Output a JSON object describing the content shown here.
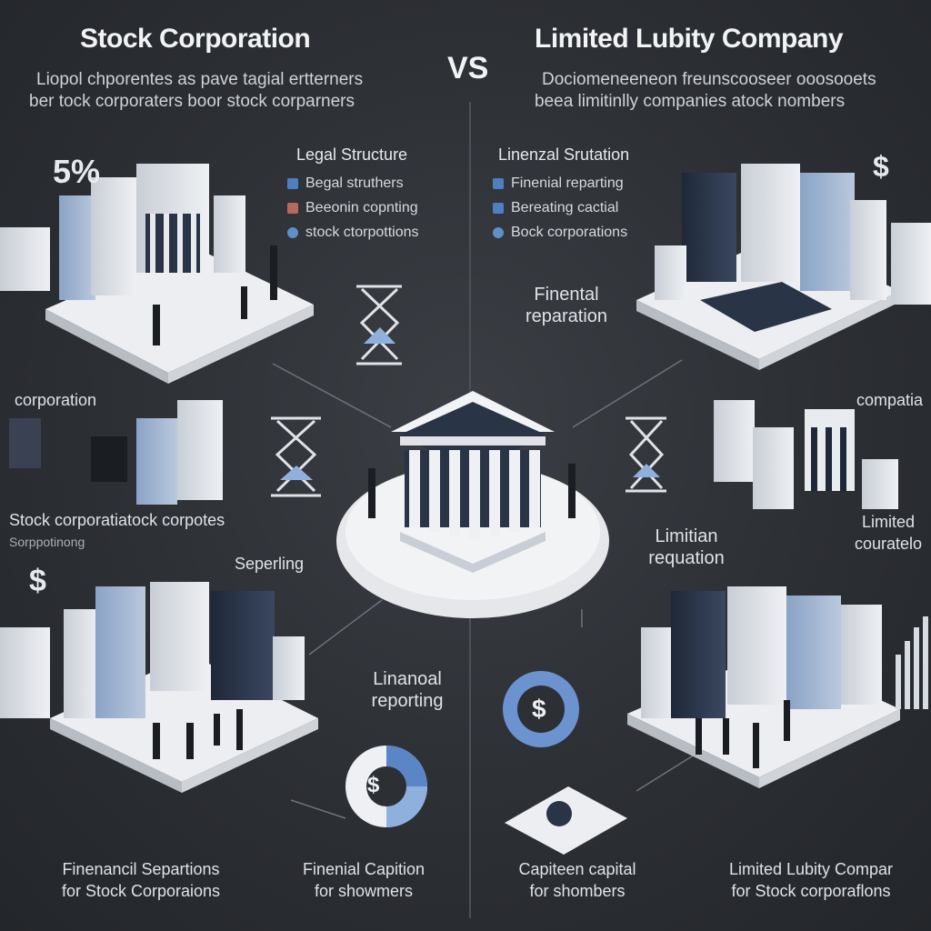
{
  "header": {
    "left_title": "Stock Corporation",
    "vs": "VS",
    "right_title": "Limited Lubity Company",
    "left_sub_1": "Liopol chporentes as pave tagial ertterners",
    "left_sub_2": "ber tock corporaters boor stock corparners",
    "right_sub_1": "Dociomeneeneon freunscooseer ooosooets",
    "right_sub_2": "beea limitinlly companies atock nombers"
  },
  "left_legend": {
    "heading": "Legal Structure",
    "items": [
      {
        "label": "Begal struthers",
        "color": "#4f7fbf"
      },
      {
        "label": "Beeonin copnting",
        "color": "#b86a5a"
      },
      {
        "label": "stock ctorpottions",
        "color": "#5e8fc8"
      }
    ]
  },
  "right_legend": {
    "heading": "Linenzal Srutation",
    "items": [
      {
        "label": "Finenial reparting",
        "color": "#4f7fbf"
      },
      {
        "label": "Bereating cactial",
        "color": "#4f7fbf"
      },
      {
        "label": "Bock corporations",
        "color": "#5e8fc8"
      }
    ]
  },
  "labels": {
    "corporation": "corporation",
    "stock_corp_line": "Stock corporatiatock corpotes",
    "stock_corp_line2": "Sorppotinong",
    "stock_corp_line3": "Seperling",
    "finenal_reparation": "Finental\nreparation",
    "financial_reporting": "Linanoal\nreporting",
    "limitian_requation": "Limitian\nrequation",
    "compatis": "compatia",
    "limited_courates": "Limited\ncouratelo",
    "pct": "5%",
    "dollar": "$"
  },
  "bottom": {
    "b1_line1": "Finenancil Separtions",
    "b1_line2": "for Stock Corporaions",
    "b2_line1": "Finenial Capition",
    "b2_line2": "for showmers",
    "b3_line1": "Capiteen capital",
    "b3_line2": "for shombers",
    "b4_line1": "Limited Lubity Compar",
    "b4_line2": "for Stock corporaflons"
  },
  "colors": {
    "accent_blue": "#5b86c5",
    "plate": "#e9ebee",
    "building_dark": "#2a3447",
    "building_light": "#d7dbe2"
  }
}
